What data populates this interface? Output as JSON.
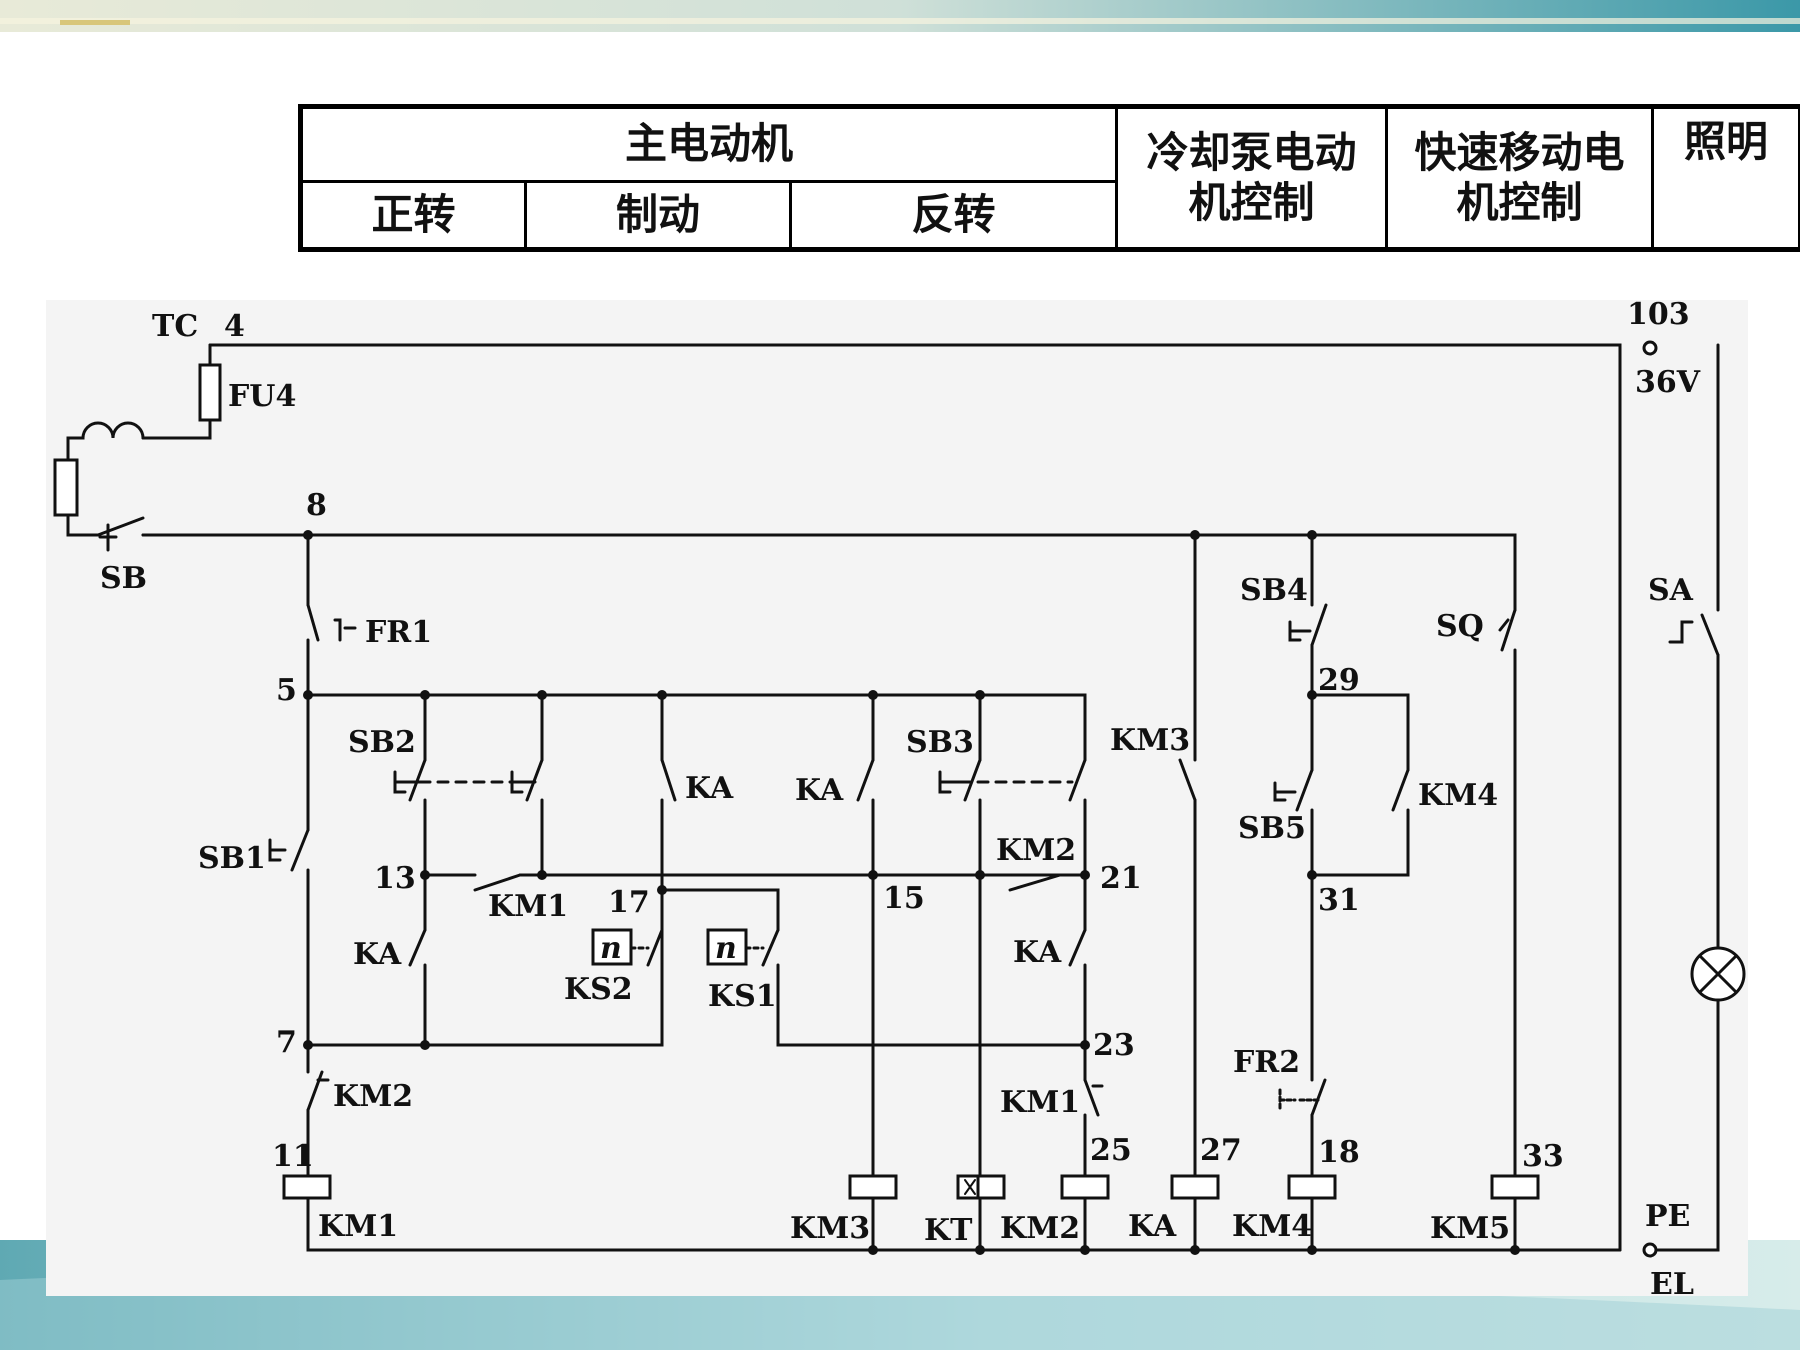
{
  "header": {
    "main_motor": "主电动机",
    "forward": "正转",
    "braking": "制动",
    "reverse": "反转",
    "coolant_line1": "冷却泵电动",
    "coolant_line2": "机控制",
    "rapid_line1": "快速移动电",
    "rapid_line2": "机控制",
    "lighting": "照明"
  },
  "labels": {
    "tc": "TC",
    "n4": "4",
    "fu4": "FU4",
    "n8": "8",
    "sb": "SB",
    "n103": "103",
    "v36": "36V",
    "fr1": "FR1",
    "n5": "5",
    "sb2": "SB2",
    "ka_top": "KA",
    "ka_mid": "KA",
    "sb3": "SB3",
    "km3_contact": "KM3",
    "sb4": "SB4",
    "sq": "SQ",
    "sa": "SA",
    "n29": "29",
    "km4_contact": "KM4",
    "sb5": "SB5",
    "sb1": "SB1",
    "n13": "13",
    "km1_contact": "KM1",
    "n17": "17",
    "n15": "15",
    "km2_contact": "KM2",
    "n21": "21",
    "n31": "31",
    "ka_left": "KA",
    "ks2": "KS2",
    "ks1": "KS1",
    "ka_right": "KA",
    "n7": "7",
    "n23": "23",
    "km2_nc": "KM2",
    "fr2": "FR2",
    "km1_nc": "KM1",
    "n11": "11",
    "n25": "25",
    "n27": "27",
    "n18": "18",
    "n33": "33",
    "coil_km1": "KM1",
    "coil_km3": "KM3",
    "coil_kt": "KT",
    "coil_km2": "KM2",
    "coil_ka": "KA",
    "coil_km4": "KM4",
    "coil_km5": "KM5",
    "pe": "PE",
    "el": "EL",
    "n_symbol": "n"
  }
}
